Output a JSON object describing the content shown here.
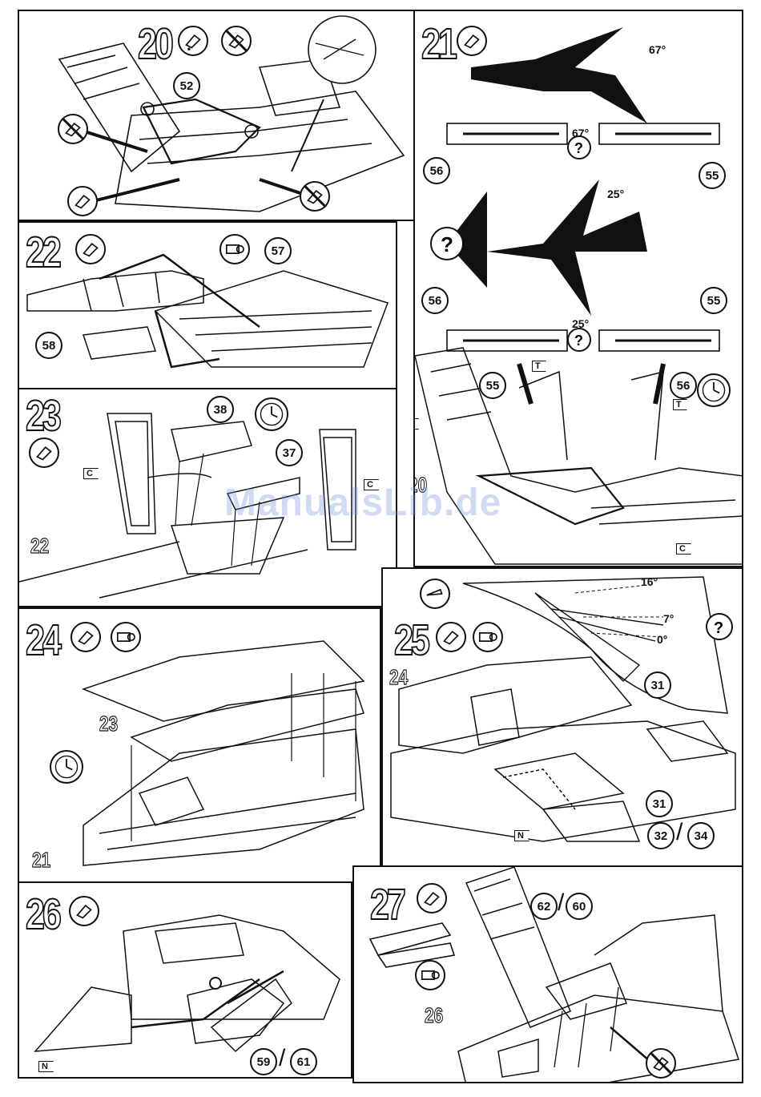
{
  "steps": {
    "s20": {
      "num": "20",
      "parts": [
        "52"
      ]
    },
    "s21": {
      "num": "21",
      "angle_top": "67°",
      "angle_mid": "67°",
      "angle_low": "25°",
      "angle_bot": "25°",
      "parts": [
        "56",
        "55",
        "56",
        "55",
        "55",
        "56",
        "20"
      ],
      "tag": "T"
    },
    "s22": {
      "num": "22",
      "parts": [
        "57",
        "58"
      ]
    },
    "s23": {
      "num": "23",
      "parts": [
        "38",
        "37"
      ],
      "ref": "22"
    },
    "s24": {
      "num": "24",
      "refs": [
        "23",
        "21"
      ]
    },
    "s25": {
      "num": "25",
      "angles": [
        "16°",
        "7°",
        "0°"
      ],
      "parts": [
        "31",
        "31",
        "32",
        "34"
      ],
      "ref": "24"
    },
    "s26": {
      "num": "26",
      "parts": [
        "59",
        "61"
      ]
    },
    "s27": {
      "num": "27",
      "parts": [
        "62",
        "60"
      ],
      "ref": "26"
    }
  },
  "tags": {
    "c": "C",
    "n": "N",
    "t": "T"
  },
  "separator": "/",
  "watermark": "ManualsLib.de"
}
